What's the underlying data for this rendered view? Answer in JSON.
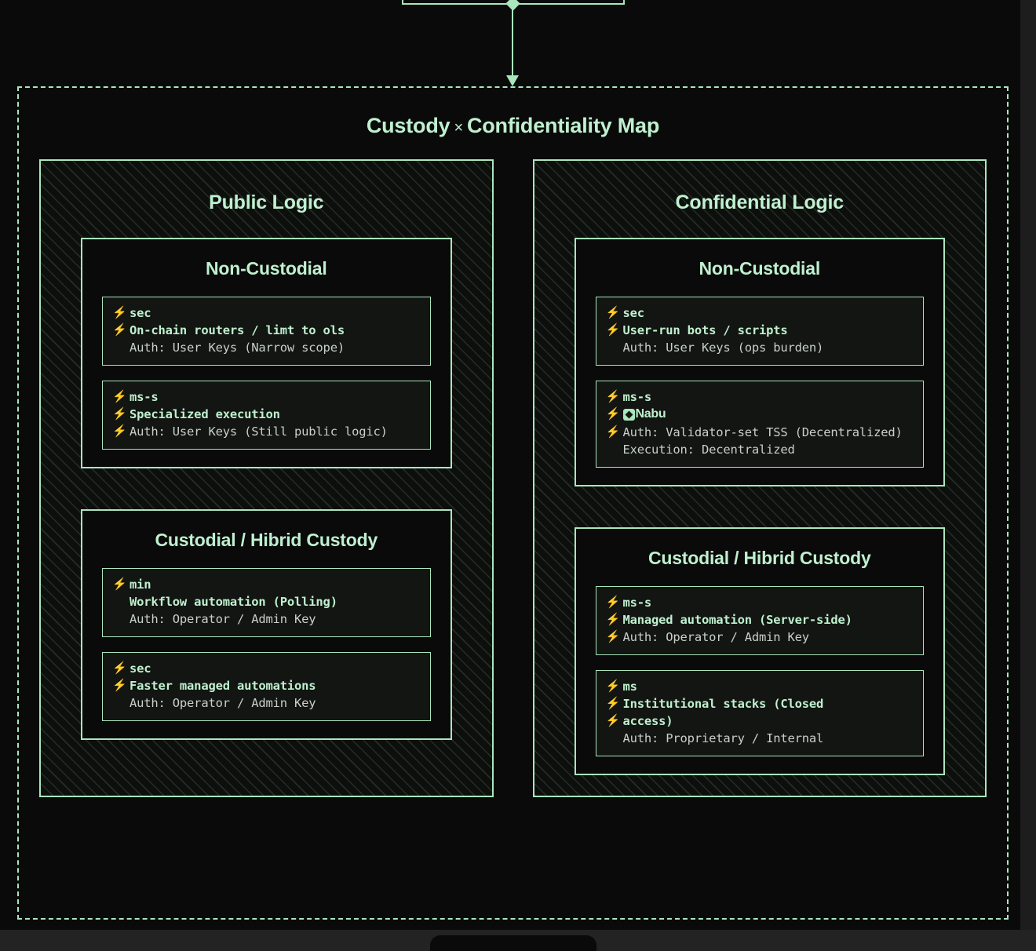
{
  "title": {
    "prefix": "Custody",
    "separator": "×",
    "suffix": "Confidentiality Map"
  },
  "colors": {
    "accent": "#a9e5bd",
    "text_bright": "#bff0cf",
    "text_muted": "#c9cfc9",
    "background": "#0a0a0a"
  },
  "icons": {
    "bolt": "⚡"
  },
  "columns": [
    {
      "label": "Public Logic",
      "groups": [
        {
          "label": "Non-Custodial",
          "cards": [
            {
              "lines": [
                {
                  "bolt": true,
                  "text": "sec",
                  "style": "tag"
                },
                {
                  "bolt": true,
                  "text": "On-chain routers / limt to ols",
                  "style": "head"
                },
                {
                  "bolt": false,
                  "text": "Auth: User Keys (Narrow scope)",
                  "style": "auth"
                }
              ]
            },
            {
              "lines": [
                {
                  "bolt": true,
                  "text": "ms-s",
                  "style": "tag"
                },
                {
                  "bolt": true,
                  "text": "Specialized execution",
                  "style": "head"
                },
                {
                  "bolt": true,
                  "text": "Auth: User Keys (Still public logic)",
                  "style": "auth"
                }
              ]
            }
          ]
        },
        {
          "label": "Custodial / Hibrid Custody",
          "cards": [
            {
              "lines": [
                {
                  "bolt": true,
                  "text": "min",
                  "style": "tag"
                },
                {
                  "bolt": false,
                  "text": "Workflow automation (Polling)",
                  "style": "head"
                },
                {
                  "bolt": false,
                  "text": "Auth: Operator / Admin Key",
                  "style": "auth"
                }
              ]
            },
            {
              "lines": [
                {
                  "bolt": true,
                  "text": "sec",
                  "style": "tag"
                },
                {
                  "bolt": true,
                  "text": "Faster managed automations",
                  "style": "head"
                },
                {
                  "bolt": false,
                  "text": "Auth: Operator / Admin Key",
                  "style": "auth"
                }
              ]
            }
          ]
        }
      ]
    },
    {
      "label": "Confidential Logic",
      "groups": [
        {
          "label": "Non-Custodial",
          "cards": [
            {
              "lines": [
                {
                  "bolt": true,
                  "text": "sec",
                  "style": "tag"
                },
                {
                  "bolt": true,
                  "text": "User-run bots / scripts",
                  "style": "head"
                },
                {
                  "bolt": false,
                  "text": "Auth: User Keys (ops burden)",
                  "style": "auth"
                }
              ]
            },
            {
              "lines": [
                {
                  "bolt": true,
                  "text": "ms-s",
                  "style": "tag"
                },
                {
                  "bolt": true,
                  "brand": "Nabu",
                  "style": "brand"
                },
                {
                  "bolt": true,
                  "text": "Auth: Validator-set TSS (Decentralized)",
                  "style": "auth"
                },
                {
                  "bolt": false,
                  "text": "Execution: Decentralized",
                  "style": "auth"
                }
              ]
            }
          ]
        },
        {
          "label": "Custodial / Hibrid Custody",
          "cards": [
            {
              "lines": [
                {
                  "bolt": true,
                  "text": "ms-s",
                  "style": "tag"
                },
                {
                  "bolt": true,
                  "text": "Managed automation (Server-side)",
                  "style": "head"
                },
                {
                  "bolt": true,
                  "text": "Auth: Operator / Admin Key",
                  "style": "auth"
                }
              ]
            },
            {
              "lines": [
                {
                  "bolt": true,
                  "text": "ms",
                  "style": "tag"
                },
                {
                  "bolt": true,
                  "text": "Institutional stacks (Closed",
                  "style": "head"
                },
                {
                  "bolt": true,
                  "text": "access)",
                  "style": "head"
                },
                {
                  "bolt": false,
                  "text": "Auth: Proprietary / Internal",
                  "style": "auth"
                }
              ]
            }
          ]
        }
      ]
    }
  ]
}
